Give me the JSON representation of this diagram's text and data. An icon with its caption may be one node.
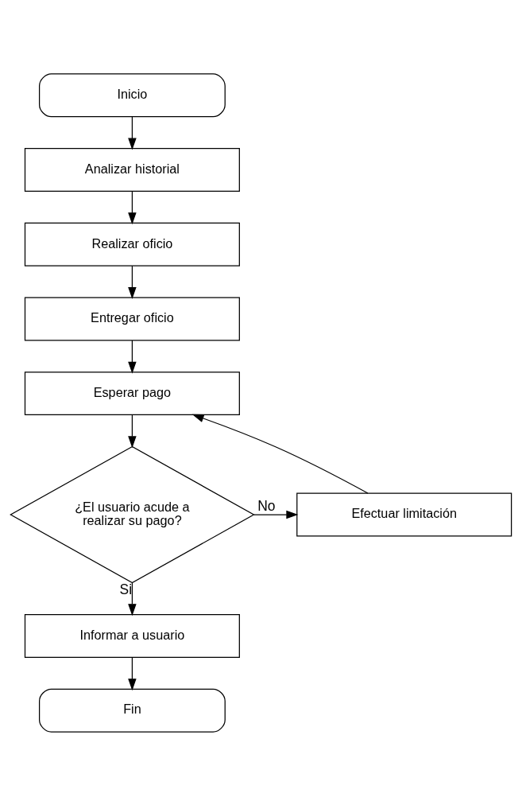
{
  "diagram": {
    "nodes": [
      {
        "text": [
          "Inicio"
        ]
      },
      {
        "text": [
          "Analizar historial"
        ]
      },
      {
        "text": [
          "Realizar oficio"
        ]
      },
      {
        "text": [
          "Entregar oficio"
        ]
      },
      {
        "text": [
          "Esperar pago"
        ]
      },
      {
        "text": [
          "¿El usuario acude a realizar su pago?"
        ]
      },
      {
        "text": [
          "Efectuar limitación"
        ]
      },
      {
        "text": [
          "Informar a usuario"
        ]
      },
      {
        "text": [
          "Fin"
        ]
      }
    ],
    "edges": [
      {
        "from": 0,
        "to": 1,
        "arrow": "to"
      },
      {
        "from": 1,
        "to": 2,
        "arrow": "to"
      },
      {
        "from": 2,
        "to": 3,
        "arrow": "to"
      },
      {
        "from": 3,
        "to": 4,
        "arrow": "to"
      },
      {
        "from": 4,
        "to": 5,
        "arrow": "to"
      },
      {
        "from": 5,
        "to": 6,
        "arrow": "to",
        "label": "No"
      },
      {
        "from": 6,
        "to": 4,
        "arrow": "to"
      },
      {
        "from": 5,
        "to": 7,
        "arrow": "to",
        "label": "Si"
      },
      {
        "from": 7,
        "to": 8,
        "arrow": "to"
      }
    ]
  }
}
